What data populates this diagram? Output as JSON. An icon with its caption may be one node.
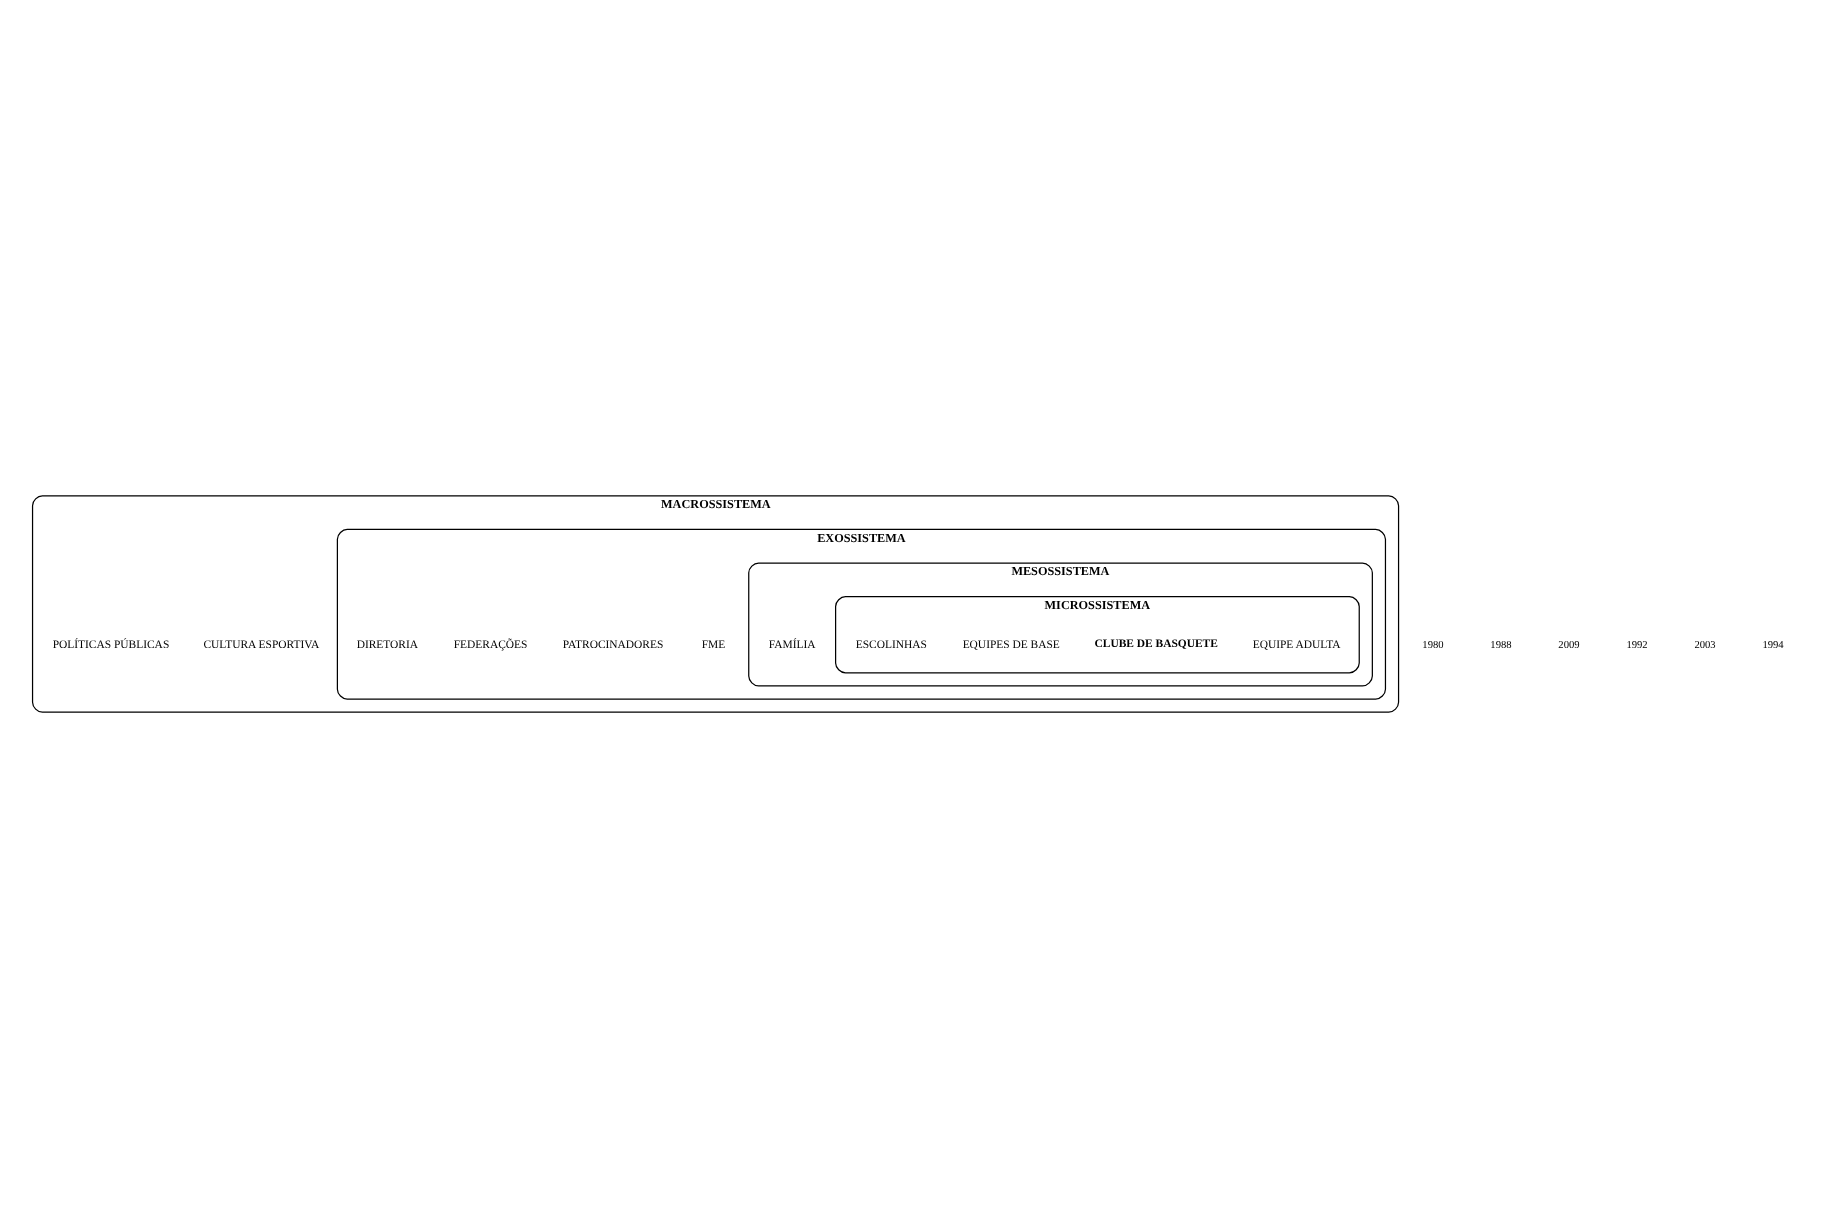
{
  "diagram": {
    "nodes": [
      {
        "text": [
          "MACROSSISTEMA"
        ]
      },
      {
        "text": [
          "CULTURA ESPORTIVA"
        ],
        "in": 0
      },
      {
        "text": [
          "EXOSSISTEMA"
        ],
        "in": 0
      },
      {
        "text": [
          "FME"
        ],
        "in": 2
      },
      {
        "text": [
          "MESOSSISTEMA"
        ],
        "in": 2
      },
      {
        "text": [
          "MICROSSISTEMA"
        ],
        "in": 4
      },
      {
        "text": [
          "EQUIPE ADULTA"
        ],
        "in": 5
      },
      {
        "text": [
          "CLUBE DE BASQUETE"
        ],
        "in": 5
      },
      {
        "text": [
          "EQUIPES DE BASE"
        ],
        "in": 5
      },
      {
        "text": [
          "ESCOLINHAS"
        ],
        "in": 5
      },
      {
        "text": [
          "FAMÍLIA"
        ],
        "in": 4
      },
      {
        "text": [
          "PATROCINADORES"
        ],
        "in": 2
      },
      {
        "text": [
          "FEDERAÇÕES"
        ],
        "in": 2
      },
      {
        "text": [
          "DIRETORIA"
        ],
        "in": 2
      },
      {
        "text": [
          "POLÍTICAS PÚBLICAS"
        ],
        "in": 0
      }
    ],
    "labels": [
      "1980",
      "1988",
      "2009",
      "1992",
      "2003",
      "1994"
    ]
  }
}
